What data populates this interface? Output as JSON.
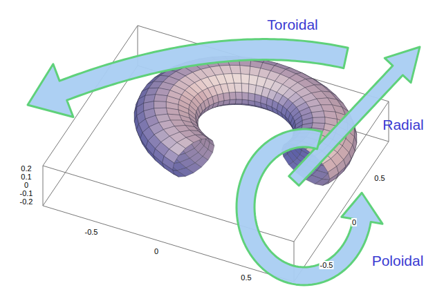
{
  "diagram": {
    "labels": [
      "Toroidal",
      "Radial",
      "Poloidal",
      "0.2",
      "0.1",
      "0",
      "-0.1",
      "-0.2",
      "-0.5",
      "0",
      "0.5",
      "0.5",
      "0",
      "-0.5"
    ]
  }
}
